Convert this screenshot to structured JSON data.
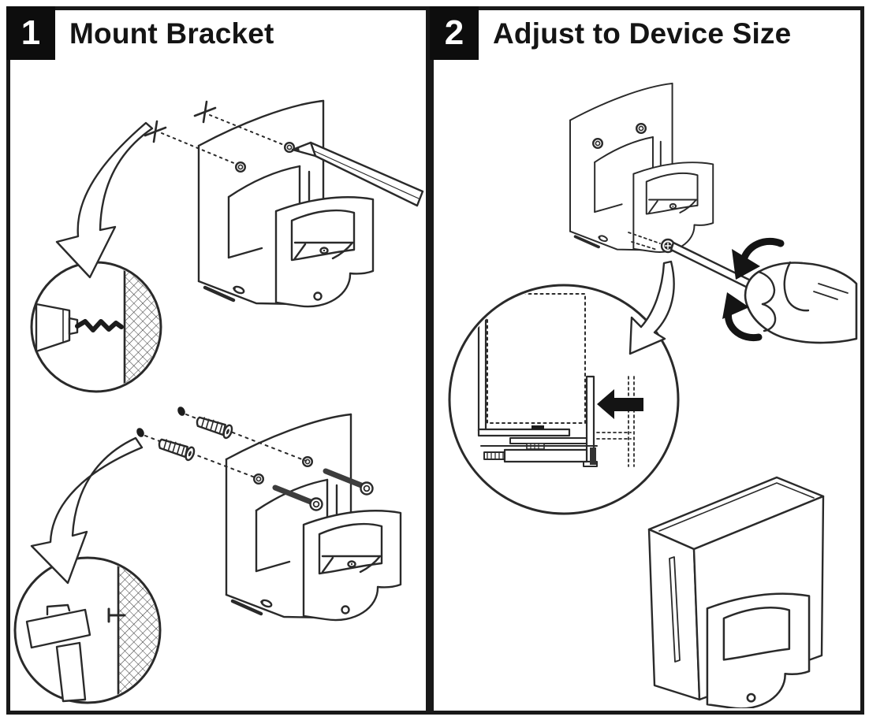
{
  "document": {
    "kind": "product-installation-instructions",
    "paper_color": "#ffffff",
    "ink_color": "#2a2a2a",
    "accent_color": "#0d0d0d"
  },
  "panels": [
    {
      "step_number": "1",
      "title": "Mount Bracket",
      "illustrations": [
        "pencil-marking-screw-holes-through-bracket",
        "drill-hole-in-wall-detail",
        "insert-wall-anchors-and-screws-through-bracket",
        "hammer-anchor-into-wall-detail"
      ]
    },
    {
      "step_number": "2",
      "title": "Adjust to Device Size",
      "illustrations": [
        "screwdriver-turning-adjustment-screw",
        "clamp-sliding-to-device-cross-section-detail",
        "device-seated-in-wall-bracket"
      ]
    }
  ]
}
